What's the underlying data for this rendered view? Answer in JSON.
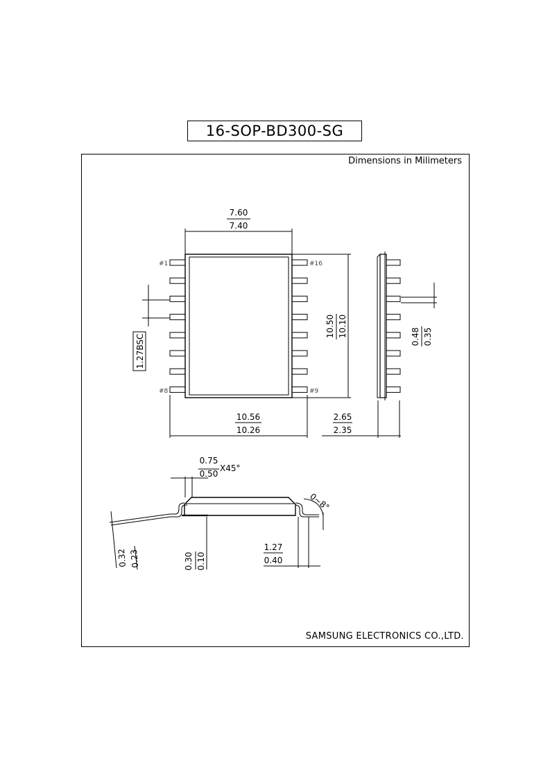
{
  "title": "16-SOP-BD300-SG",
  "units_note": "Dimensions in Milimeters",
  "company": "SAMSUNG ELECTRONICS CO.,LTD.",
  "pins": {
    "pin1": "#1",
    "pin8": "#8",
    "pin9": "#9",
    "pin16": "#16"
  },
  "dimensions": {
    "body_width": {
      "max": "7.60",
      "min": "7.40"
    },
    "overall_width": {
      "max": "10.56",
      "min": "10.26"
    },
    "body_length": {
      "max": "10.50",
      "min": "10.10"
    },
    "height": {
      "max": "2.65",
      "min": "2.35"
    },
    "lead_width": {
      "max": "0.48",
      "min": "0.35"
    },
    "pitch": "1.27BSC",
    "chamfer": {
      "max": "0.75",
      "min": "0.50",
      "suffix": "X45°"
    },
    "lead_angle": "0~8°",
    "lead_thickness": {
      "max": "0.32",
      "min": "0.23"
    },
    "standoff": {
      "max": "0.30",
      "min": "0.10"
    },
    "foot_length": {
      "max": "1.27",
      "min": "0.40"
    }
  }
}
